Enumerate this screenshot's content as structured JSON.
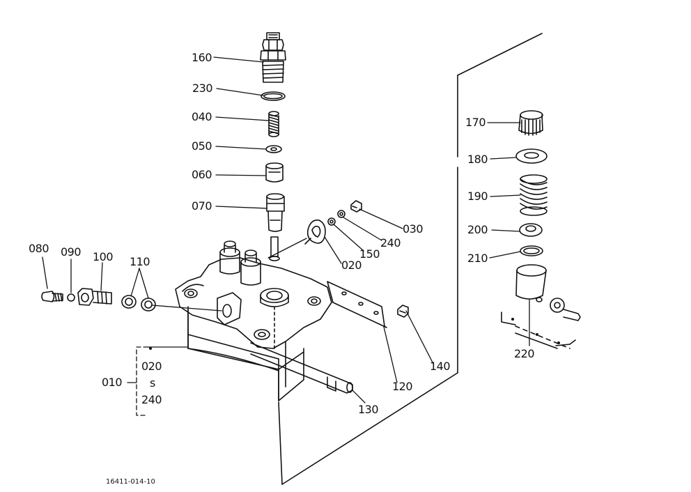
{
  "callouts": [
    {
      "id": "160",
      "text": "160"
    },
    {
      "id": "230",
      "text": "230"
    },
    {
      "id": "040",
      "text": "040"
    },
    {
      "id": "050",
      "text": "050"
    },
    {
      "id": "060",
      "text": "060"
    },
    {
      "id": "070",
      "text": "070"
    },
    {
      "id": "030",
      "text": "030"
    },
    {
      "id": "240a",
      "text": "240"
    },
    {
      "id": "150",
      "text": "150"
    },
    {
      "id": "020a",
      "text": "020"
    },
    {
      "id": "080",
      "text": "080"
    },
    {
      "id": "090",
      "text": "090"
    },
    {
      "id": "100",
      "text": "100"
    },
    {
      "id": "110",
      "text": "110"
    },
    {
      "id": "170",
      "text": "170"
    },
    {
      "id": "180",
      "text": "180"
    },
    {
      "id": "190",
      "text": "190"
    },
    {
      "id": "200",
      "text": "200"
    },
    {
      "id": "210",
      "text": "210"
    },
    {
      "id": "220",
      "text": "220"
    },
    {
      "id": "140",
      "text": "140"
    },
    {
      "id": "120",
      "text": "120"
    },
    {
      "id": "130",
      "text": "130"
    },
    {
      "id": "010",
      "text": "010"
    },
    {
      "id": "020b",
      "text": "020"
    },
    {
      "id": "range",
      "text": "s"
    },
    {
      "id": "240b",
      "text": "240"
    }
  ],
  "figure_number": "16411-014-10"
}
